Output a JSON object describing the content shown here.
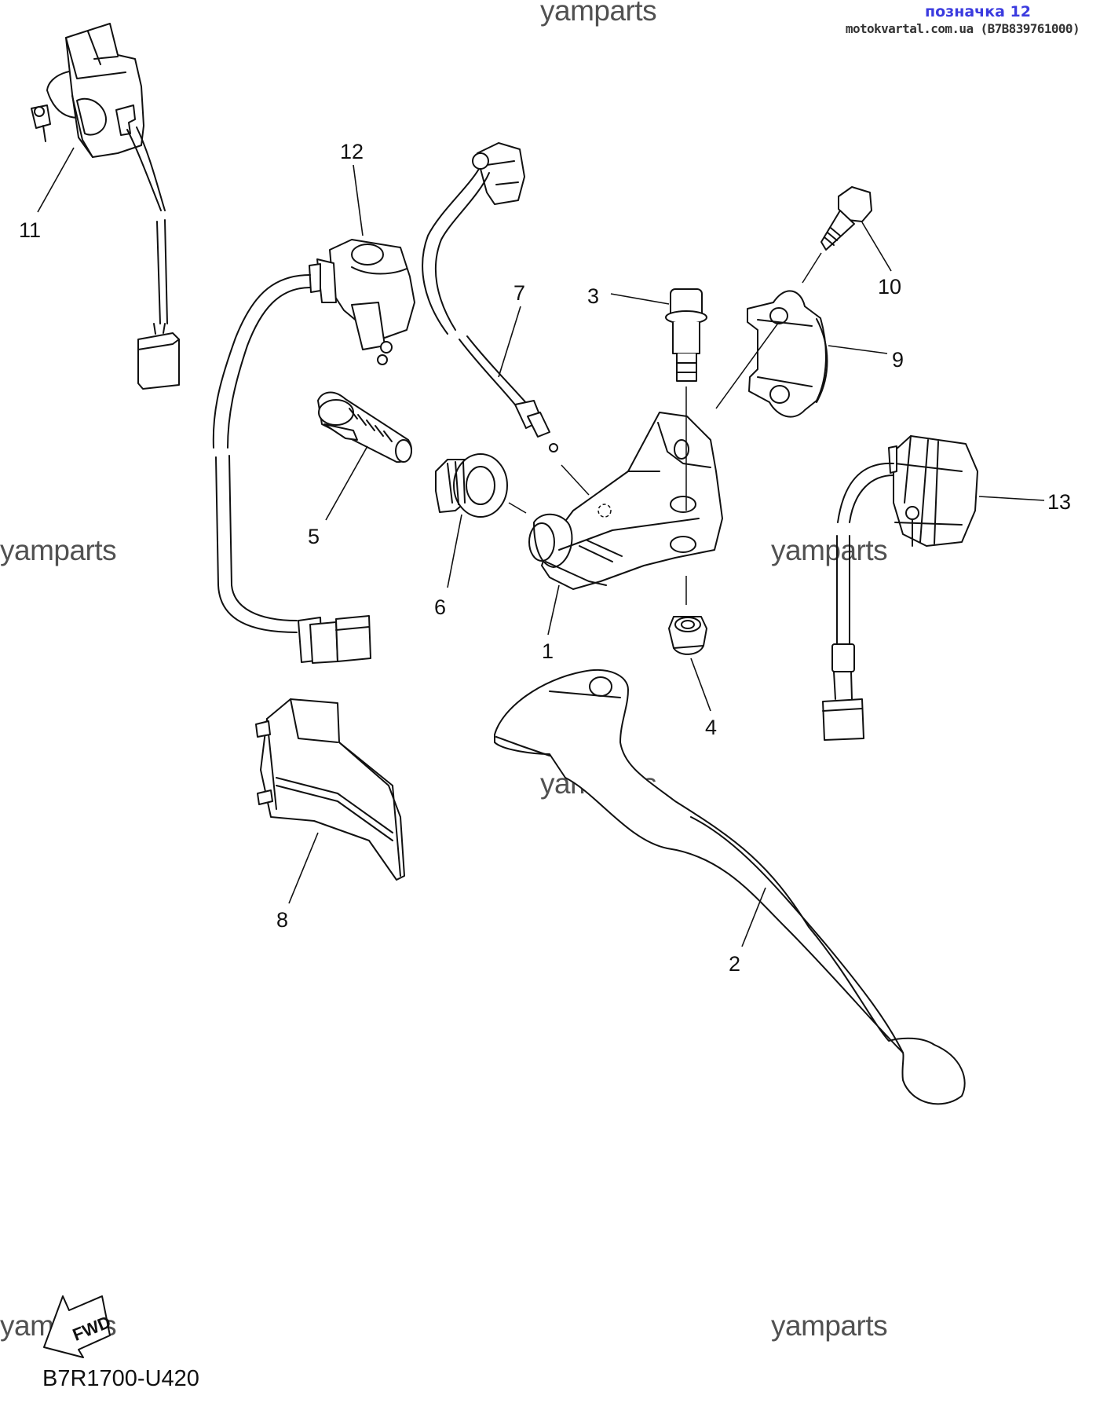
{
  "header": {
    "mark_label": "позначка 12",
    "source": "motokvartal.com.ua (B7B839761000)",
    "mark_color": "#3b3bdf"
  },
  "watermarks": [
    "yamparts",
    "yamparts",
    "yamparts",
    "yamparts",
    "yamparts",
    "yamparts"
  ],
  "diagram_code": "B7R1700-U420",
  "fwd_label": "FWD",
  "fwd_icon": "forward-arrow-icon",
  "parts": [
    {
      "ref": "1",
      "name": "lever holder bracket"
    },
    {
      "ref": "2",
      "name": "lever"
    },
    {
      "ref": "3",
      "name": "lever pivot bolt"
    },
    {
      "ref": "4",
      "name": "nut"
    },
    {
      "ref": "5",
      "name": "adjuster bolt"
    },
    {
      "ref": "6",
      "name": "locknut"
    },
    {
      "ref": "7",
      "name": "switch with lead"
    },
    {
      "ref": "8",
      "name": "cover"
    },
    {
      "ref": "9",
      "name": "holder clamp"
    },
    {
      "ref": "10",
      "name": "bolt"
    },
    {
      "ref": "11",
      "name": "handlebar switch"
    },
    {
      "ref": "12",
      "name": "switch with lead"
    },
    {
      "ref": "13",
      "name": "handlebar switch"
    }
  ]
}
